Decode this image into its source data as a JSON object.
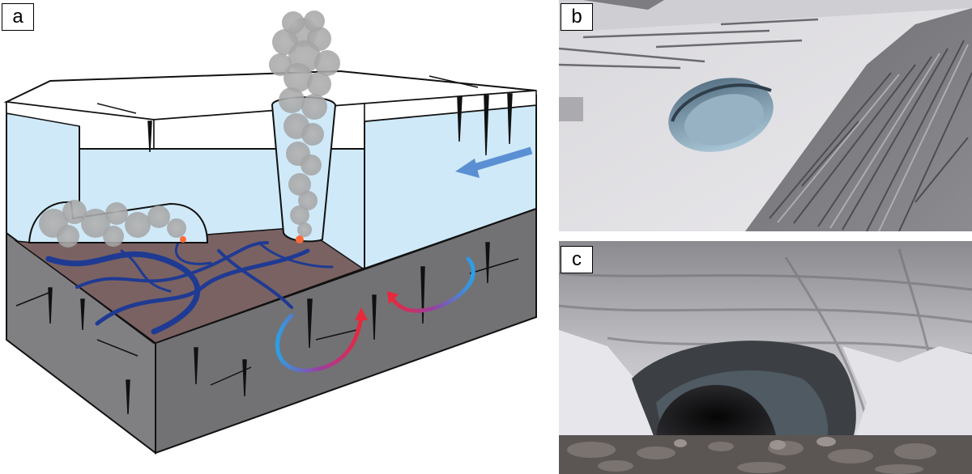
{
  "panels": [
    {
      "id": "a",
      "label": "a",
      "kind": "schematic-diagram"
    },
    {
      "id": "b",
      "label": "b",
      "kind": "photo"
    },
    {
      "id": "c",
      "label": "c",
      "kind": "photo"
    }
  ],
  "colors": {
    "ice_top": "#ffffff",
    "ice_body": "#cde8f7",
    "bedrock": "#7f7f81",
    "bedrock_dark": "#5f5f62",
    "bed_surface": "#7c6464",
    "channel": "#1f3a93",
    "flow_arrow": "#5b8fd4",
    "plume": "#b9b9b9",
    "heat_red": "#e8283c",
    "cool_blue": "#2aa0e8",
    "snow": "#e6e5e9"
  },
  "icons": [
    "flow-arrow-icon",
    "convection-arrow-icon",
    "steam-plume-icon",
    "fumarole-vent-icon"
  ]
}
